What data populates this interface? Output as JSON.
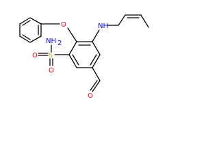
{
  "molecule": {
    "atom_labels": {
      "ether_oxygen": "O",
      "amine": "NH",
      "sulfur": "S",
      "sulfonyl_oxygen_top": "O",
      "sulfonyl_oxygen_bottom": "O",
      "sulfonamide": "NH",
      "sulfonamide_subscript": "2",
      "aldehyde_oxygen": "O"
    },
    "colors": {
      "bond": "#000000",
      "oxygen": "#ff0000",
      "nitrogen": "#0000ff",
      "sulfur": "#b8a000"
    }
  }
}
